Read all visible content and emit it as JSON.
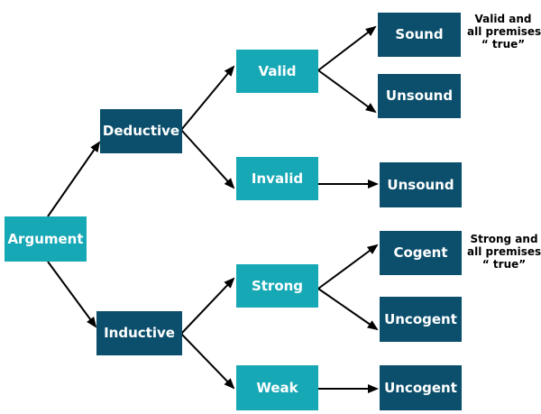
{
  "nodes": {
    "argument": "Argument",
    "deductive": "Deductive",
    "inductive": "Inductive",
    "valid": "Valid",
    "invalid": "Invalid",
    "strong": "Strong",
    "weak": "Weak",
    "sound": "Sound",
    "unsound_valid": "Unsound",
    "unsound_invalid": "Unsound",
    "cogent": "Cogent",
    "uncogent_strong": "Uncogent",
    "uncogent_weak": "Uncogent"
  },
  "notes": {
    "sound_note": [
      "Valid and",
      "all premises",
      "“ true”"
    ],
    "cogent_note": [
      "Strong and",
      "all premises",
      "“ true”"
    ]
  },
  "colors": {
    "dark": "#0b4f6c",
    "light": "#17a8b6",
    "connector": "#000000"
  }
}
